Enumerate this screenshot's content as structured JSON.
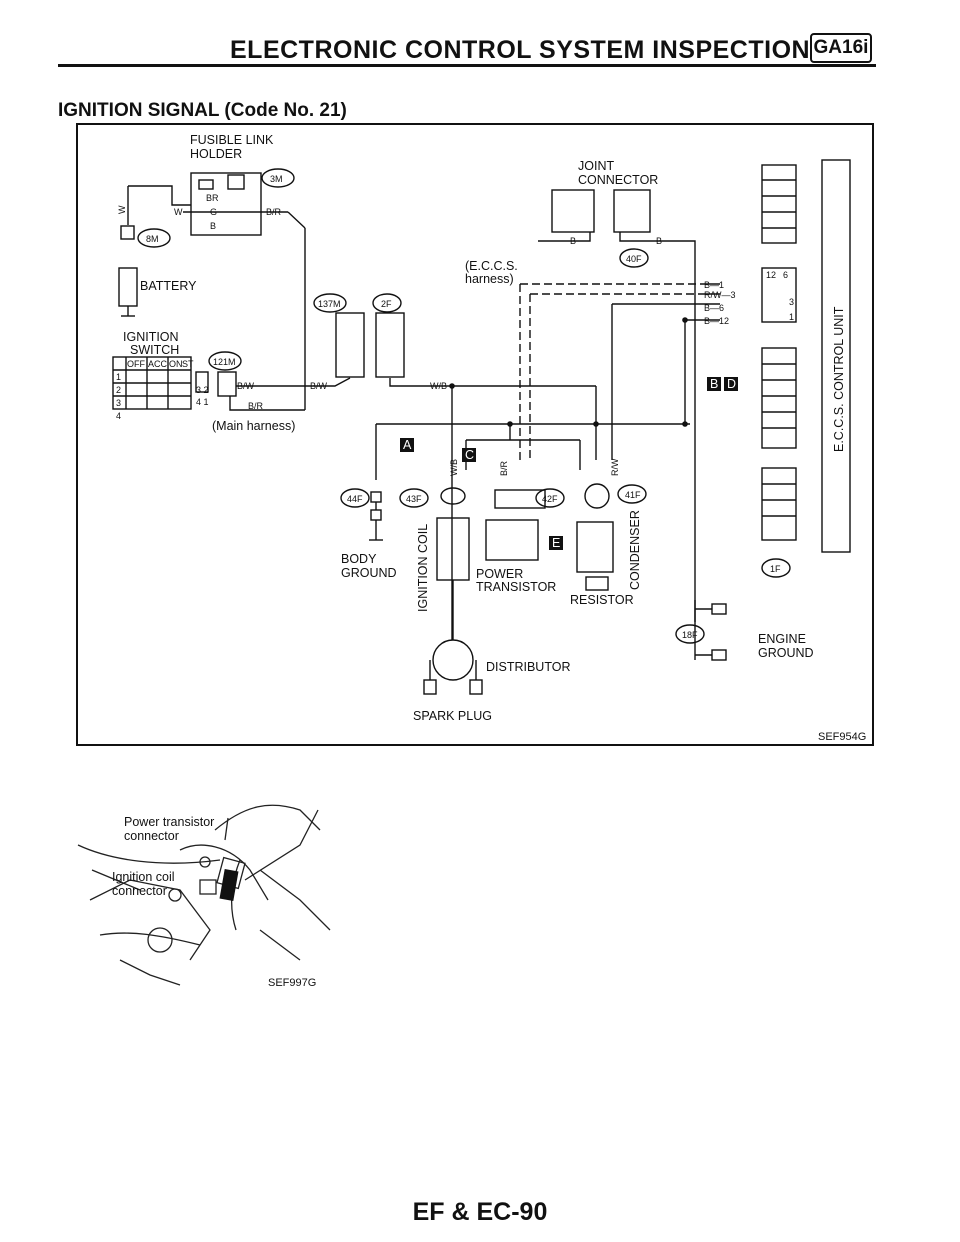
{
  "header": {
    "title": "ELECTRONIC CONTROL SYSTEM INSPECTION",
    "badge": "GA16i"
  },
  "section": {
    "title": "IGNITION SIGNAL (Code No. 21)"
  },
  "diagram": {
    "fusible_link_1": "FUSIBLE LINK",
    "fusible_link_2": "HOLDER",
    "battery": "BATTERY",
    "ign_switch_1": "IGNITION",
    "ign_switch_2": "SWITCH",
    "switch_cols": [
      "OFF",
      "ACC",
      "ON",
      "ST"
    ],
    "switch_rows": [
      "1",
      "2",
      "3",
      "4"
    ],
    "main_harness": "(Main harness)",
    "eccs_harness_1": "(E.C.C.S.",
    "eccs_harness_2": "harness)",
    "joint_connector_1": "JOINT",
    "joint_connector_2": "CONNECTOR",
    "body_ground_1": "BODY",
    "body_ground_2": "GROUND",
    "ignition_coil": "IGNITION COIL",
    "power_transistor_1": "POWER",
    "power_transistor_2": "TRANSISTOR",
    "resistor": "RESISTOR",
    "condenser": "CONDENSER",
    "distributor": "DISTRIBUTOR",
    "spark_plug": "SPARK PLUG",
    "engine_ground_1": "ENGINE",
    "engine_ground_2": "GROUND",
    "eccs_unit": "E.C.C.S. CONTROL UNIT",
    "code": "SEF954G",
    "connectors": {
      "c3M": "3M",
      "c8M": "8M",
      "c137M": "137M",
      "c2F": "2F",
      "c121M": "121M",
      "c40F": "40F",
      "c44F": "44F",
      "c43F": "43F",
      "c42F": "42F",
      "c41F": "41F",
      "c1F": "1F",
      "c18F": "18F"
    },
    "letters": {
      "A": "A",
      "B": "B",
      "C": "C",
      "D": "D",
      "E": "E"
    },
    "wires": {
      "W": "W",
      "B": "B",
      "BR": "BR",
      "G": "G",
      "BR_R": "B/R",
      "BW": "B/W",
      "WB": "W/B",
      "RW": "R/W",
      "B1": "B—1",
      "RW3": "R/W—3",
      "B6": "B—6",
      "B12": "B—12"
    },
    "pins": {
      "p12": "12",
      "p6": "6",
      "p3": "3",
      "p1": "1",
      "p32": "3 2",
      "p41": "4 1"
    }
  },
  "photo": {
    "label_power_1": "Power transistor",
    "label_power_2": "connector",
    "label_coil_1": "Ignition coil",
    "label_coil_2": "connector",
    "code": "SEF997G"
  },
  "footer": {
    "page": "EF & EC-90"
  }
}
